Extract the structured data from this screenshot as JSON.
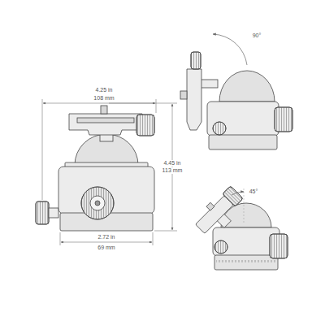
{
  "diagram": {
    "labels": [
      "90°",
      "4.25 in",
      "108 mm",
      "4.45 in",
      "113 mm",
      "2.72 in",
      "69 mm",
      "45°"
    ]
  }
}
